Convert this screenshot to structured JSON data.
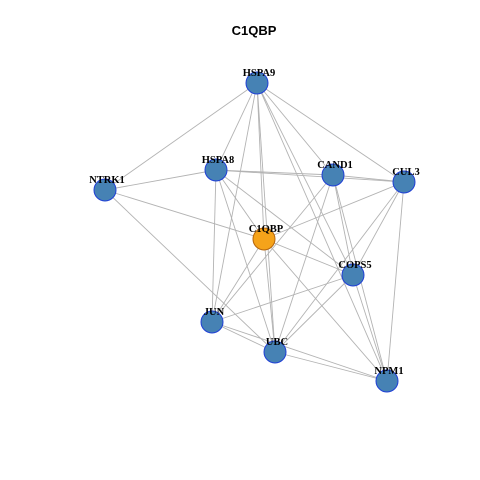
{
  "title": "C1QBP",
  "colors": {
    "node_fill": "#4682b4",
    "node_stroke": "#1f3fd6",
    "center_fill": "#f5a31a",
    "center_stroke": "#b5650d",
    "edge": "#b3b3b3"
  },
  "nodes": [
    {
      "id": "HSPA9",
      "label": "HSPA9",
      "center": false
    },
    {
      "id": "HSPA8",
      "label": "HSPA8",
      "center": false
    },
    {
      "id": "CAND1",
      "label": "CAND1",
      "center": false
    },
    {
      "id": "CUL3",
      "label": "CUL3",
      "center": false
    },
    {
      "id": "NTRK1",
      "label": "NTRK1",
      "center": false
    },
    {
      "id": "C1QBP",
      "label": "C1QBP",
      "center": true
    },
    {
      "id": "COPS5",
      "label": "COPS5",
      "center": false
    },
    {
      "id": "JUN",
      "label": "JUN",
      "center": false
    },
    {
      "id": "UBC",
      "label": "UBC",
      "center": false
    },
    {
      "id": "NPM1",
      "label": "NPM1",
      "center": false
    }
  ],
  "edges": [
    [
      "HSPA9",
      "NTRK1"
    ],
    [
      "HSPA9",
      "HSPA8"
    ],
    [
      "HSPA9",
      "CAND1"
    ],
    [
      "HSPA9",
      "CUL3"
    ],
    [
      "HSPA9",
      "C1QBP"
    ],
    [
      "HSPA9",
      "COPS5"
    ],
    [
      "HSPA9",
      "JUN"
    ],
    [
      "HSPA9",
      "UBC"
    ],
    [
      "HSPA9",
      "NPM1"
    ],
    [
      "NTRK1",
      "HSPA8"
    ],
    [
      "NTRK1",
      "C1QBP"
    ],
    [
      "NTRK1",
      "UBC"
    ],
    [
      "HSPA8",
      "CAND1"
    ],
    [
      "HSPA8",
      "CUL3"
    ],
    [
      "HSPA8",
      "C1QBP"
    ],
    [
      "HSPA8",
      "COPS5"
    ],
    [
      "HSPA8",
      "JUN"
    ],
    [
      "HSPA8",
      "UBC"
    ],
    [
      "CAND1",
      "CUL3"
    ],
    [
      "CAND1",
      "COPS5"
    ],
    [
      "CAND1",
      "JUN"
    ],
    [
      "CAND1",
      "UBC"
    ],
    [
      "CAND1",
      "NPM1"
    ],
    [
      "CUL3",
      "C1QBP"
    ],
    [
      "CUL3",
      "COPS5"
    ],
    [
      "CUL3",
      "UBC"
    ],
    [
      "CUL3",
      "NPM1"
    ],
    [
      "C1QBP",
      "COPS5"
    ],
    [
      "C1QBP",
      "JUN"
    ],
    [
      "C1QBP",
      "UBC"
    ],
    [
      "C1QBP",
      "NPM1"
    ],
    [
      "COPS5",
      "JUN"
    ],
    [
      "COPS5",
      "UBC"
    ],
    [
      "COPS5",
      "NPM1"
    ],
    [
      "JUN",
      "UBC"
    ],
    [
      "JUN",
      "NPM1"
    ],
    [
      "UBC",
      "NPM1"
    ]
  ]
}
